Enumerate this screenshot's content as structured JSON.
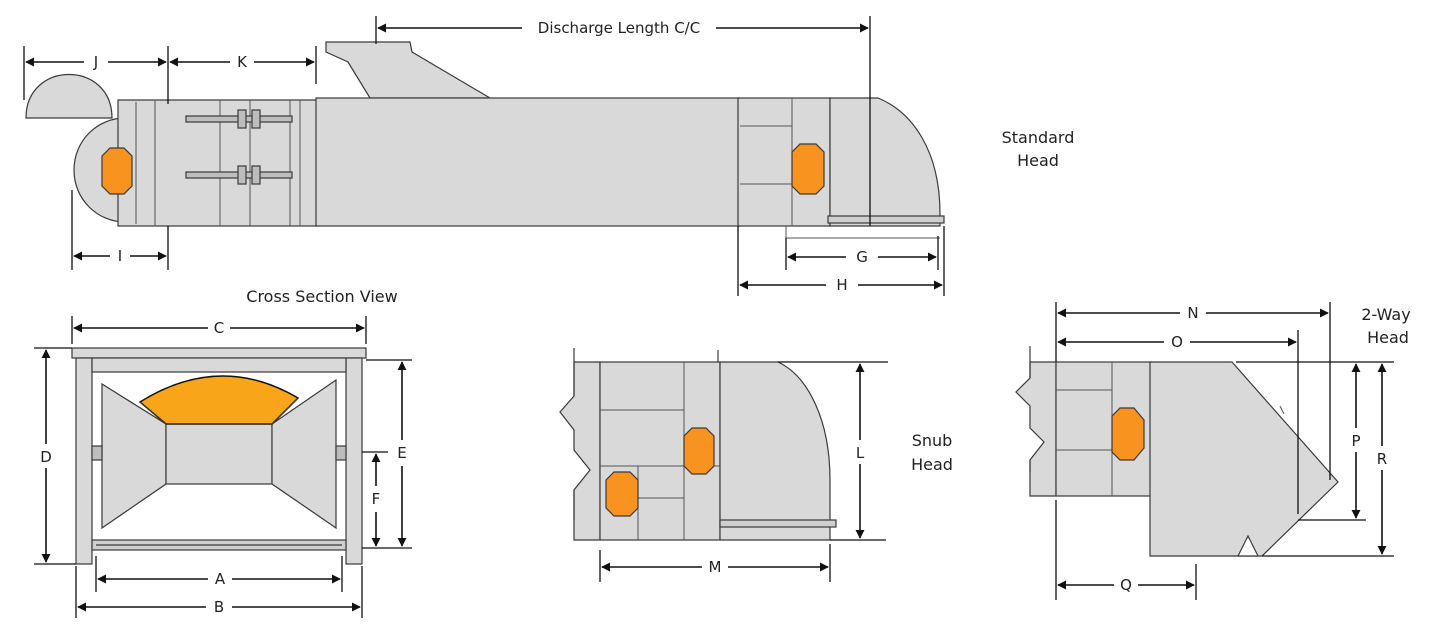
{
  "titles": {
    "standard": [
      "Standard",
      "Head"
    ],
    "cross": "Cross Section View",
    "snub": [
      "Snub",
      "Head"
    ],
    "twoway": [
      "2-Way",
      "Head"
    ]
  },
  "dims": {
    "discharge": "Discharge Length C/C",
    "J": "J",
    "K": "K",
    "I": "I",
    "G": "G",
    "H": "H",
    "C": "C",
    "D": "D",
    "E": "E",
    "F": "F",
    "A": "A",
    "B": "B",
    "L": "L",
    "M": "M",
    "N": "N",
    "O": "O",
    "P": "P",
    "R": "R",
    "Q": "Q"
  },
  "colors": {
    "body": "#d9d9d9",
    "stroke": "#3a3a3a",
    "roller": "#f7931e",
    "material": "#f9a51a",
    "text": "#222222"
  }
}
